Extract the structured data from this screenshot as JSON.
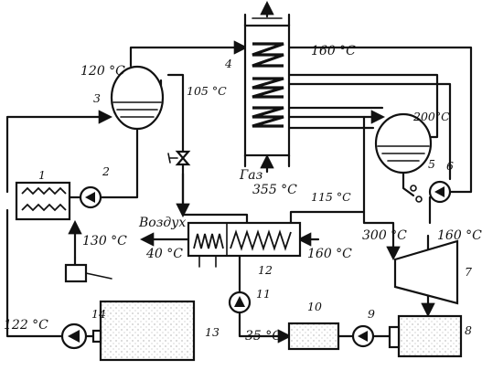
{
  "labels": {
    "t_120": "120 °C",
    "t_160_top": "160 °C",
    "t_105": "105 °C",
    "t_200": "200°C",
    "gas": "Газ",
    "t_355": "355 °C",
    "t_115": "115 °C",
    "t_130": "130 °C",
    "air": "Воздух",
    "t_40": "40 °C",
    "t_160_mid": "160 °C",
    "t_300": "300 °C",
    "t_160_right": "160 °C",
    "t_122": "122 °C",
    "t_35": "35 °C"
  },
  "numbers": {
    "n1": "1",
    "n2": "2",
    "n3": "3",
    "n4": "4",
    "n5": "5",
    "n6": "6",
    "n7": "7",
    "n8": "8",
    "n9": "9",
    "n10": "10",
    "n11": "11",
    "n12": "12",
    "n13": "13",
    "n14": "14"
  }
}
